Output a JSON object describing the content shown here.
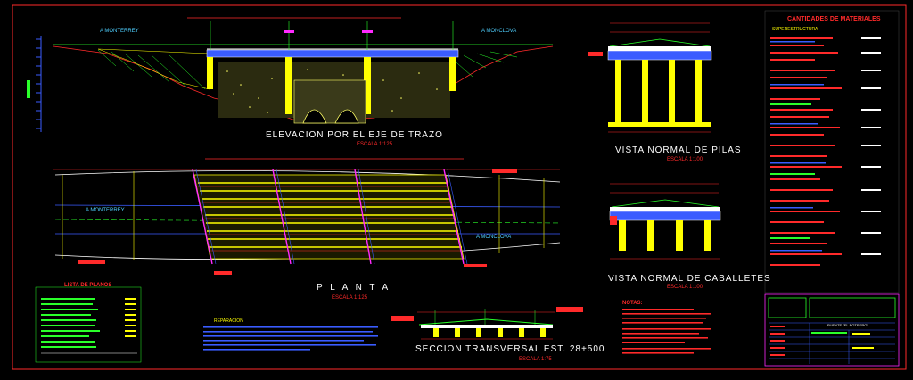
{
  "views": {
    "elevation": {
      "title": "ELEVACION POR EL EJE DE TRAZO",
      "scale": "ESCALA 1:125"
    },
    "plan": {
      "title": "P L A N T A",
      "scale": "ESCALA 1:125"
    },
    "section": {
      "title": "SECCION TRANSVERSAL EST. 28+500",
      "scale": "ESCALA 1:75"
    },
    "piers": {
      "title": "VISTA NORMAL DE PILAS",
      "scale": "ESCALA 1:100"
    },
    "abutments": {
      "title": "VISTA NORMAL DE CABALLETES",
      "scale": "ESCALA 1:100"
    }
  },
  "directions": {
    "left": "A MONTERREY",
    "right": "A MONCLOVA"
  },
  "panels": {
    "quantities_title": "CANTIDADES DE MATERIALES",
    "quantities_subtitle": "SUPERESTRUCTURA",
    "plans_list_title": "LISTA DE PLANOS",
    "notes_title": "NOTAS:",
    "reparacion_title": "REPARACION"
  },
  "title_block": {
    "bridge_name": "PUENTE \"EL POTRERO\""
  },
  "colors": {
    "background": "#000000",
    "yellow": "#ffff00",
    "red": "#ff2a2a",
    "green": "#2aff2a",
    "cyan": "#4fd0ff",
    "magenta": "#ff2aff",
    "blue": "#3a5cff",
    "white": "#ffffff"
  }
}
